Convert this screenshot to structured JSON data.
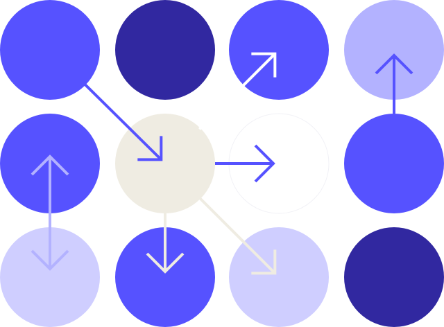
{
  "colors": {
    "blue": "#5652ff",
    "navy": "#3128a0",
    "lavender": "#b3b2ff",
    "pale": "#cfceff",
    "beige": "#efece2",
    "white": "#ffffff",
    "arrow_dark": "#5652ff",
    "arrow_light": "#ffffff",
    "arrow_beige": "#efece2",
    "arrow_lavender": "#b3b2ff"
  },
  "grid": {
    "rows": 3,
    "cols": 4
  },
  "nodes": [
    {
      "id": "r0c0",
      "row": 0,
      "col": 0,
      "fill": "blue"
    },
    {
      "id": "r0c1",
      "row": 0,
      "col": 1,
      "fill": "navy"
    },
    {
      "id": "r0c2",
      "row": 0,
      "col": 2,
      "fill": "blue"
    },
    {
      "id": "r0c3",
      "row": 0,
      "col": 3,
      "fill": "lavender"
    },
    {
      "id": "r1c0",
      "row": 1,
      "col": 0,
      "fill": "blue"
    },
    {
      "id": "r1c1",
      "row": 1,
      "col": 1,
      "fill": "beige"
    },
    {
      "id": "r1c2",
      "row": 1,
      "col": 2,
      "fill": "white"
    },
    {
      "id": "r1c3",
      "row": 1,
      "col": 3,
      "fill": "blue"
    },
    {
      "id": "r2c0",
      "row": 2,
      "col": 0,
      "fill": "pale"
    },
    {
      "id": "r2c1",
      "row": 2,
      "col": 1,
      "fill": "blue"
    },
    {
      "id": "r2c2",
      "row": 2,
      "col": 2,
      "fill": "pale"
    },
    {
      "id": "r2c3",
      "row": 2,
      "col": 3,
      "fill": "navy"
    }
  ],
  "arrows": [
    {
      "name": "arrow-r0c0-to-r1c1",
      "from": "r0c0",
      "to": "r1c1",
      "color": "arrow_dark",
      "head": "corner"
    },
    {
      "name": "arrow-r1c1-to-r0c2",
      "from": "r1c1",
      "to": "r0c2",
      "color": "arrow_light",
      "head": "corner"
    },
    {
      "name": "arrow-r1c3-to-r0c3",
      "from": "r1c3",
      "to": "r0c3",
      "color": "arrow_dark",
      "head": "chevron"
    },
    {
      "name": "arrow-r1c1-to-r1c2",
      "from": "r1c1",
      "to": "r1c2",
      "color": "arrow_dark",
      "head": "chevron"
    },
    {
      "name": "arrow-r1c0-r2c0-bidirectional",
      "from": "r1c0",
      "to": "r2c0",
      "color": "arrow_lavender",
      "head": "chevron",
      "bidirectional": true
    },
    {
      "name": "arrow-r1c1-to-r2c1",
      "from": "r1c1",
      "to": "r2c1",
      "color": "arrow_beige",
      "head": "chevron"
    },
    {
      "name": "arrow-r1c1-to-r2c2",
      "from": "r1c1",
      "to": "r2c2",
      "color": "arrow_beige",
      "head": "corner"
    }
  ]
}
